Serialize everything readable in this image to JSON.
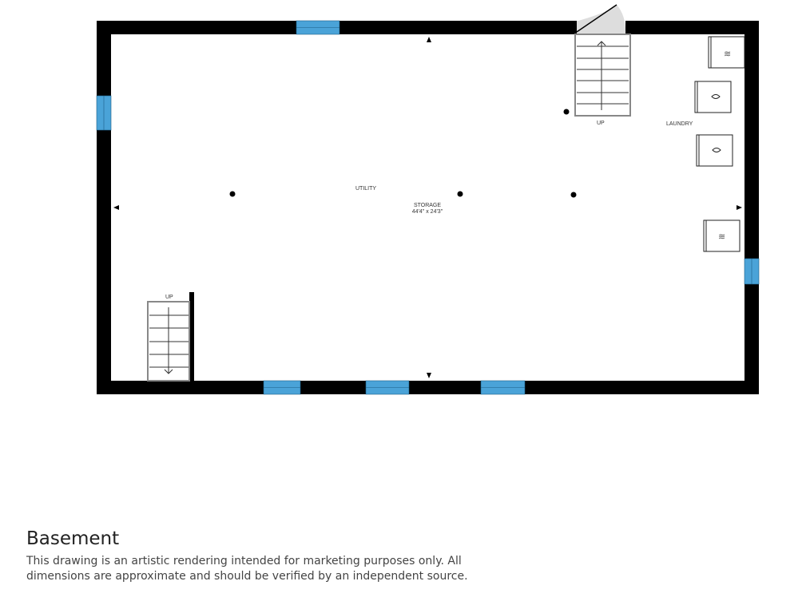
{
  "floor_title": "Basement",
  "disclaimer": "This drawing is an artistic rendering intended for marketing purposes only. All dimensions are approximate and should be verified by an independent source.",
  "rooms": {
    "utility": "UTILITY",
    "storage": "STORAGE",
    "storage_dims": "44'4\" x 24'3\"",
    "laundry": "LAUNDRY"
  },
  "stairs": {
    "top_label": "UP",
    "bottom_label": "UP"
  },
  "colors": {
    "wall": "#000000",
    "window": "#4aa3d8"
  }
}
